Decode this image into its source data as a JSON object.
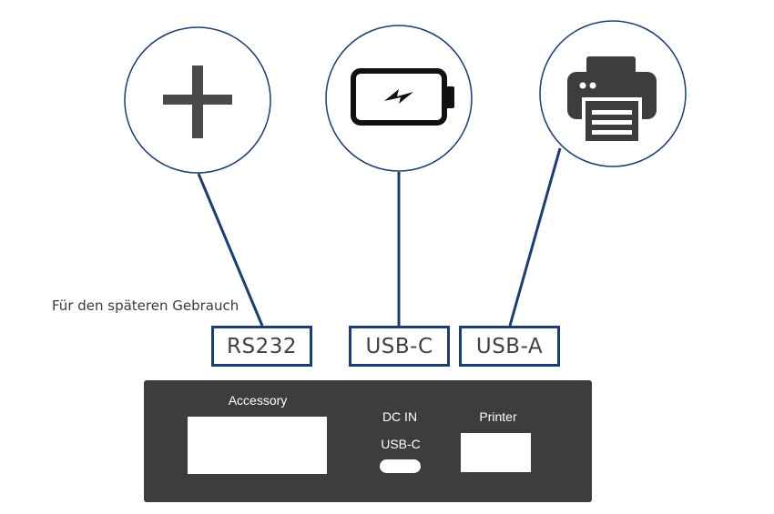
{
  "note": "Für den späteren Gebrauch",
  "ports": [
    {
      "label": "RS232",
      "icon": "plus-icon"
    },
    {
      "label": "USB-C",
      "icon": "battery-charging-icon"
    },
    {
      "label": "USB-A",
      "icon": "printer-icon"
    }
  ],
  "panel": {
    "accessory_label": "Accessory",
    "dcin_label": "DC IN",
    "usbc_label": "USB-C",
    "printer_label": "Printer"
  },
  "colors": {
    "connector": "#1c3d6e",
    "icon": "#4a4a4a",
    "panel": "#3d3d3f"
  }
}
